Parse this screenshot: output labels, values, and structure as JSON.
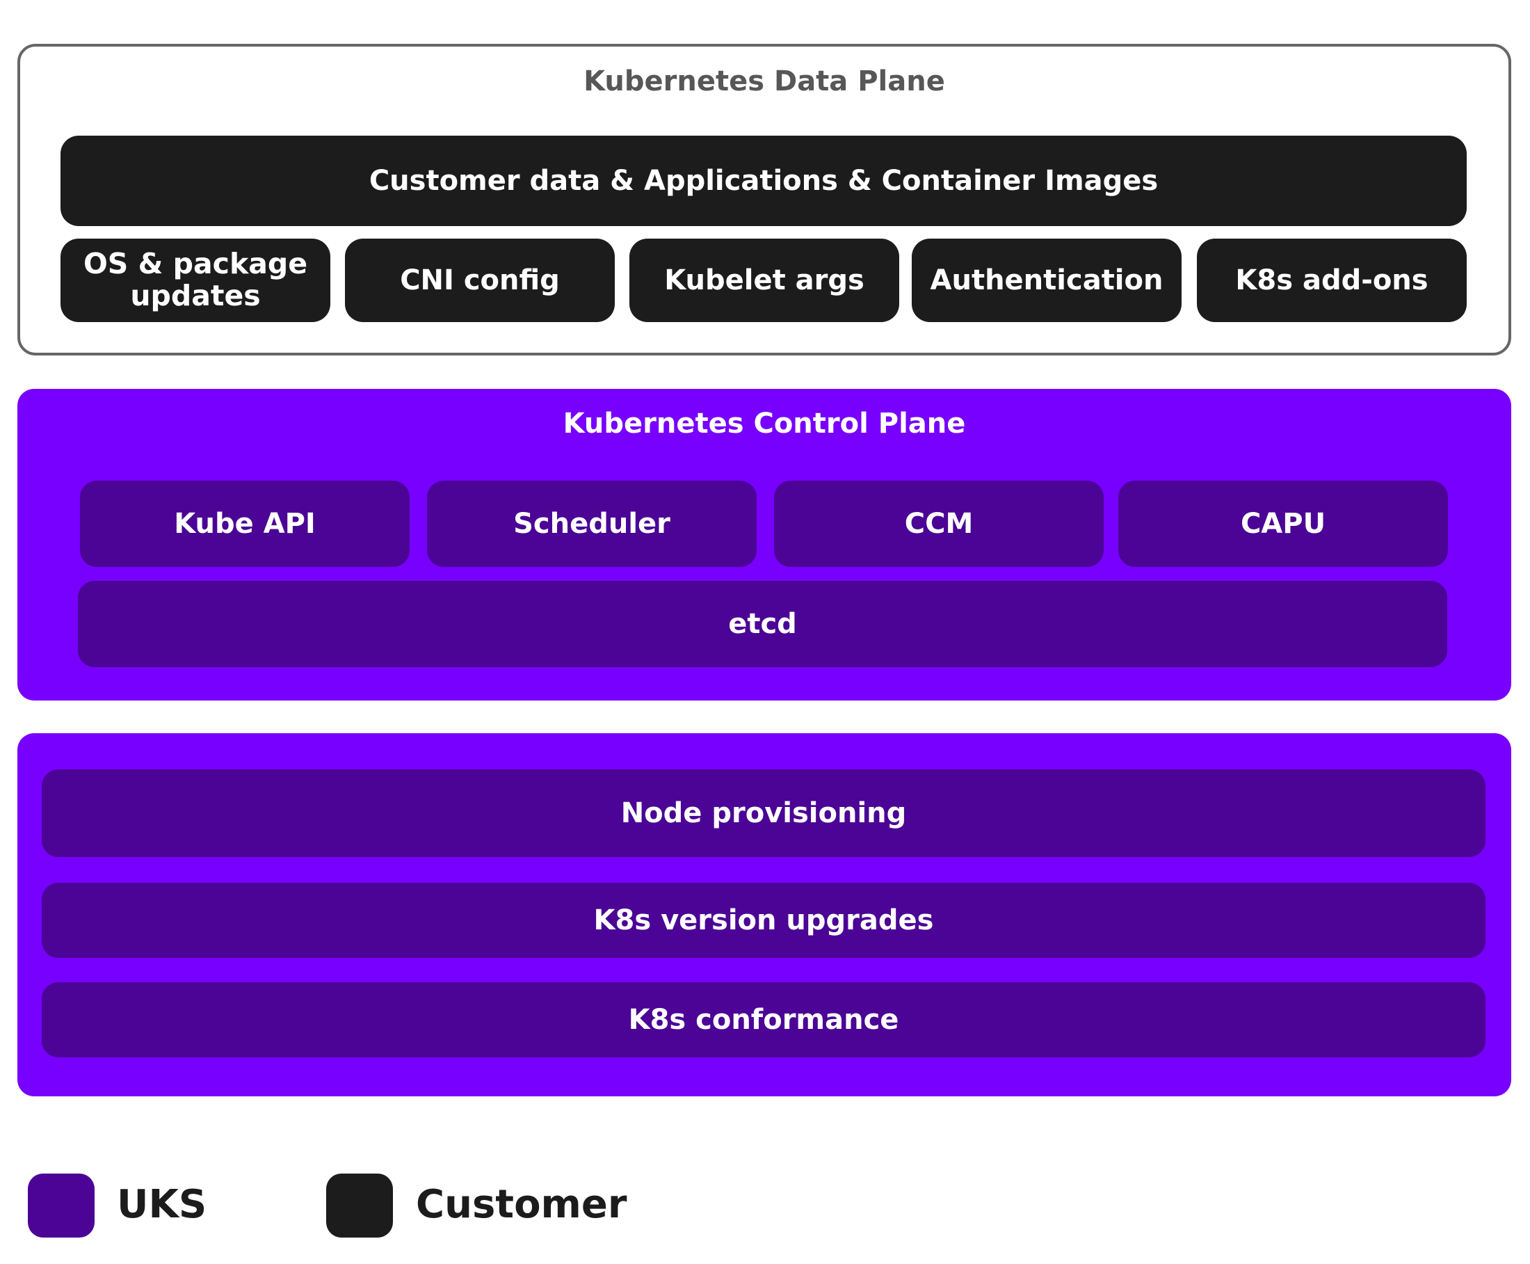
{
  "colors": {
    "customer": "#1c1c1c",
    "uks": "#4b0496",
    "uks_panel": "#7800ff",
    "data_plane_border": "#666666"
  },
  "data_plane": {
    "title": "Kubernetes Data Plane",
    "top_box": "Customer data & Applications & Container Images",
    "items": [
      "OS & package updates",
      "CNI config",
      "Kubelet args",
      "Authentication",
      "K8s add-ons"
    ]
  },
  "control_plane": {
    "title": "Kubernetes Control Plane",
    "items": [
      "Kube API",
      "Scheduler",
      "CCM",
      "CAPU"
    ],
    "bottom_box": "etcd"
  },
  "operations": {
    "items": [
      "Node provisioning",
      "K8s version upgrades",
      "K8s conformance"
    ]
  },
  "legend": [
    {
      "label": "UKS",
      "color": "#4b0496"
    },
    {
      "label": "Customer",
      "color": "#1c1c1c"
    }
  ]
}
